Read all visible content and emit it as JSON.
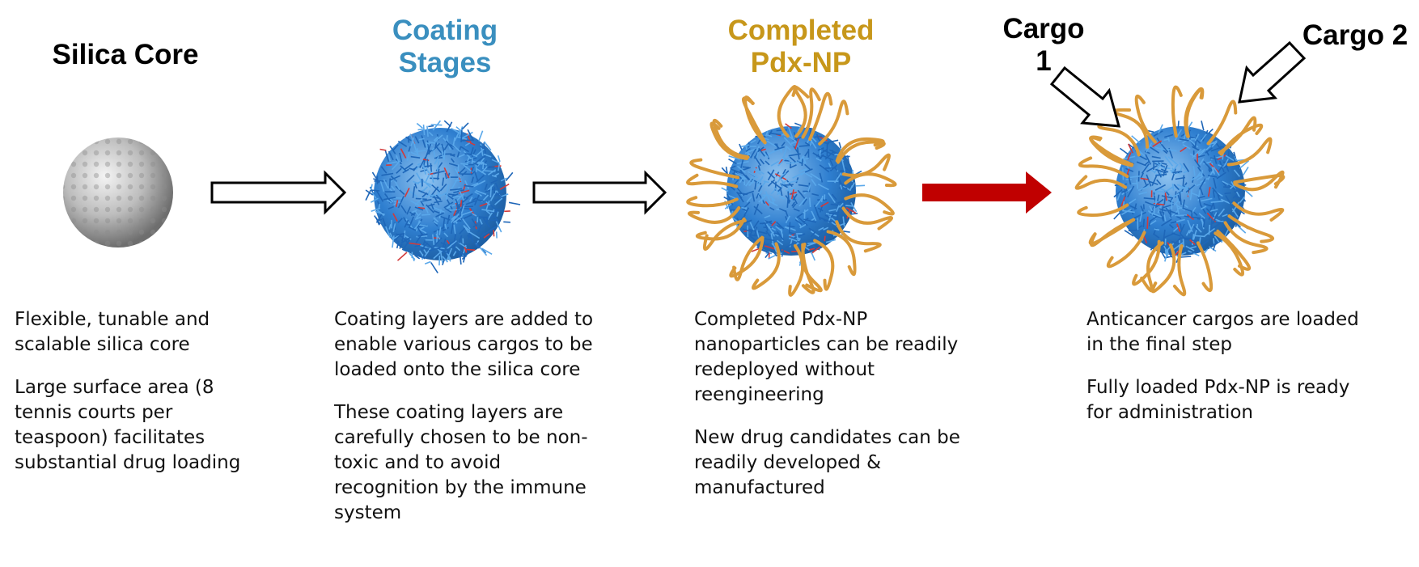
{
  "stages": [
    {
      "title": "Silica Core",
      "color": "#000000"
    },
    {
      "title": "Coating Stages",
      "color": "#3a8fbf"
    },
    {
      "title": "Completed Pdx-NP",
      "color": "#c7971a"
    }
  ],
  "cargo": {
    "cargo1": "Cargo 1",
    "cargo2": "Cargo 2"
  },
  "descriptions": {
    "silica": [
      "Flexible, tunable and scalable silica core",
      "Large surface area (8 tennis courts per teaspoon) facilitates substantial drug loading"
    ],
    "coating": [
      "Coating layers are added to enable various cargos to be loaded onto the silica core",
      "These coating layers are carefully chosen to be non-toxic and to avoid recognition by the immune system"
    ],
    "completed": [
      "Completed Pdx-NP nanoparticles can be readily redeployed without reengineering",
      "New drug candidates can be readily developed & manufactured"
    ],
    "loaded": [
      "Anticancer cargos are loaded in the final step",
      "Fully loaded Pdx-NP is ready for administration"
    ]
  },
  "colors": {
    "coating_blue": "#2f7fd0",
    "ligand_orange": "#d99a3a",
    "final_arrow_red": "#c00000"
  },
  "icons": [
    "silica-sphere-icon",
    "coated-sphere-icon",
    "pdx-np-icon",
    "loaded-pdx-np-icon"
  ]
}
